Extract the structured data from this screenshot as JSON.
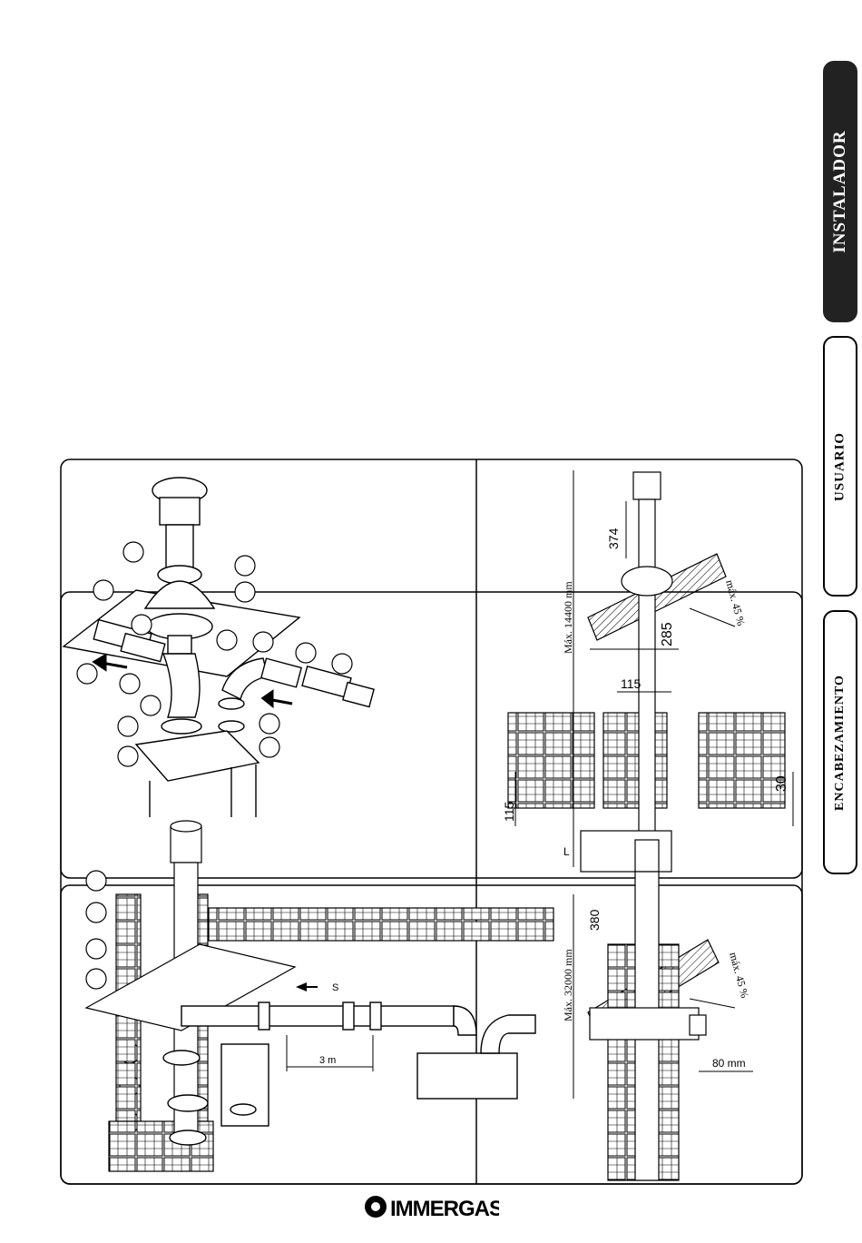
{
  "tabs": {
    "installer": "INSTALADOR",
    "user": "USUARIO",
    "technician": "ENCABEZAMIENTO"
  },
  "brand": {
    "name": "IMMERGAS"
  },
  "dimensions": {
    "d374": "374",
    "d285": "285",
    "d115_top": "115",
    "d115_side": "115",
    "d30": "30",
    "d380": "380",
    "d80": "80 mm",
    "d3m": "3 m",
    "slope_top": "máx. 45 %",
    "slope_bottom": "máx. 45 %",
    "max_top": "Máx. 14400 mm",
    "max_bottom": "Máx. 32000 mm",
    "arrow_s": "S",
    "label_l": "L"
  },
  "colors": {
    "ink": "#000000",
    "tab_dark": "#222222"
  }
}
